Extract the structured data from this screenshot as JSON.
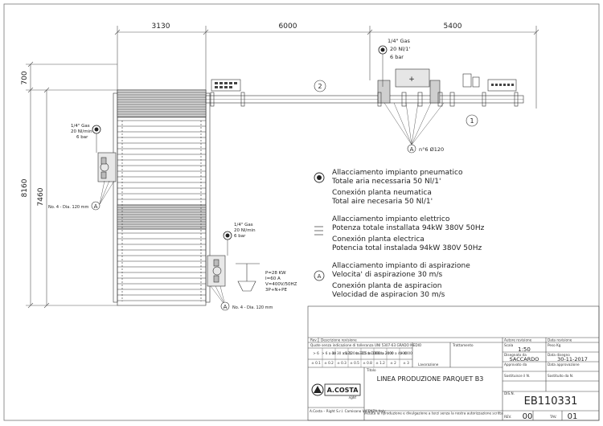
{
  "dimensions": {
    "top_1": "3130",
    "top_2": "6000",
    "top_3": "5400",
    "left_1": "700",
    "left_2": "8160",
    "left_3": "7460"
  },
  "pneumatic_top": {
    "line1": "1/4\" Gas",
    "line2": "20 Nl/1'",
    "line3": "6 bar"
  },
  "pneumatic_left": {
    "line1": "1/4\" Gas",
    "line2": "20 Nl/min",
    "line3": "6 bar"
  },
  "pneumatic_bottom": {
    "line1": "1/4\" Gas",
    "line2": "20 Nl/min",
    "line3": "6 bar"
  },
  "callouts": {
    "one": "1",
    "two": "2"
  },
  "suction_top": {
    "letter": "A",
    "text": "n°6  Ø120"
  },
  "suction_left": {
    "letter": "A",
    "text": "No. 4 - Dia. 120 mm"
  },
  "suction_bottom": {
    "letter": "A",
    "text": "No. 4 - Dia. 120 mm"
  },
  "electric_box": {
    "l1": "P=28  KW",
    "l2": "I=60  A",
    "l3": "V=400V/50HZ",
    "l4": "3P+N+PE"
  },
  "legend": {
    "pneumatic_it_1": "Allacciamento impianto pneumatico",
    "pneumatic_it_2": "Totale aria necessaria 50 Nl/1'",
    "pneumatic_es_1": "Conexión planta neumatica",
    "pneumatic_es_2": "Total aire necesaria 50 Nl/1'",
    "electric_it_1": "Allacciamento impianto elettrico",
    "electric_it_2": "Potenza totale installata 94kW 380V 50Hz",
    "electric_es_1": "Conexión planta electrica",
    "electric_es_2": "Potencia total instalada 94kW 380V 50Hz",
    "suction_it_1": "Allacciamento impianto di aspirazione",
    "suction_it_2": "Velocita' di aspirazione 30 m/s",
    "suction_es_1": "Conexión planta de aspiracion",
    "suction_es_2": "Velocidad de aspiracion 30 m/s"
  },
  "title_block": {
    "rev_label": "Rev.",
    "rev_desc_label": "Descrizione revisione",
    "author_rev_label": "Autore revisione",
    "date_rev_label": "Data revisione",
    "scale_label": "Scala",
    "scale_value": "1:50",
    "weight_label": "Peso Kg",
    "drawn_label": "Disegnato da",
    "drawn_value": "SACCARDO",
    "date_drawn_label": "Data disegno",
    "date_drawn_value": "30-11-2017",
    "approved_label": "Approvato da",
    "date_approved_label": "Data approvazione",
    "replaces_label": "Sostituisce il N.",
    "replaced_by_label": "Sostituito da N.",
    "tolerance_note": "Quote senza indicazione di tolleranza UNI 5307-63 GRADO MEDIO",
    "treatment_label": "Trattamento",
    "machining_label": "Lavorazione",
    "title_label": "Titolo",
    "title_value": "LINEA PRODUZIONE PARQUET B3",
    "drawing_label": "DIS.N.",
    "drawing_number": "EB110331",
    "rev_word": "REV.",
    "rev_value": "00",
    "sheet_word": "TAV.",
    "sheet_value": "01",
    "company": "A.COSTA",
    "company_sub": "right",
    "company_address": "A.Costa – Right S.r.l. Camisano VICENZA Italy",
    "footer_note": "Vietata la riproduzione e divulgazione a terzi senza la nostra autorizzazione scritta"
  },
  "tolerance_table": {
    "headers": [
      "> 6",
      "> 6 a 30",
      "da 30 a 120",
      "da 120 a 315",
      "da 315 a 1000",
      "da 1000 a 2000",
      "da 2000 a 4000",
      "> 4000"
    ],
    "values": [
      "± 0.1",
      "± 0.2",
      "± 0.3",
      "± 0.5",
      "± 0.8",
      "± 1.2",
      "± 2",
      "± 3"
    ]
  }
}
